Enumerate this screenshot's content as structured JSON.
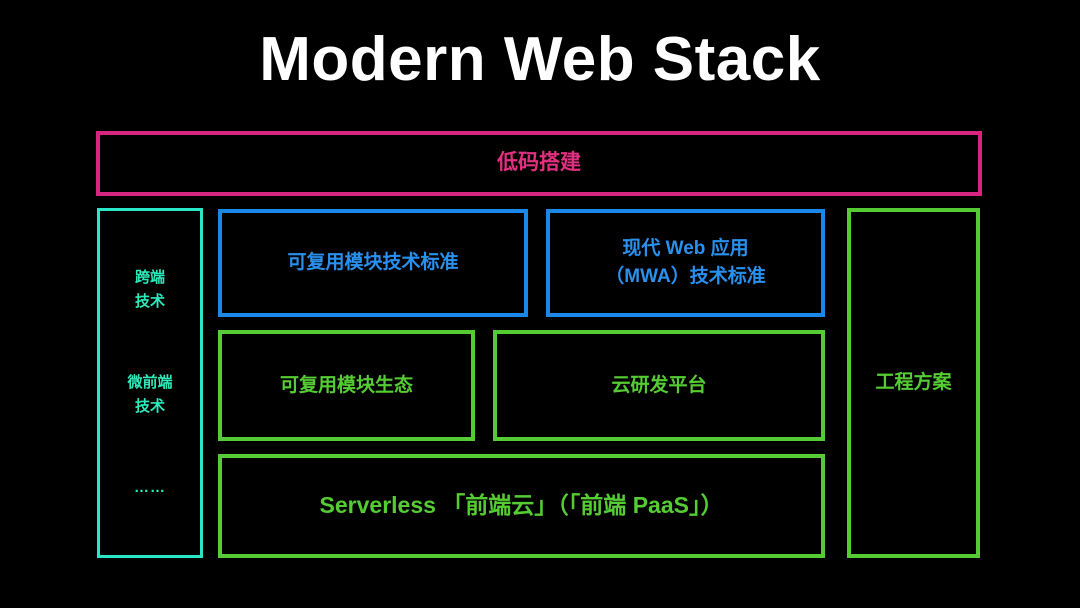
{
  "slide": {
    "background_color": "#000000",
    "title": "Modern Web Stack",
    "title_color": "#ffffff"
  },
  "colors": {
    "pink": "#d6257e",
    "pink_text": "#e0307f",
    "cyan": "#28e6c8",
    "cyan_text": "#2fe8b9",
    "blue": "#1a88e8",
    "blue_text": "#2a90ee",
    "green": "#55cc33",
    "green_text": "#55cc33"
  },
  "layers": {
    "lowcode": {
      "label": "低码搭建",
      "color": "#d6257e"
    },
    "cross_end": {
      "items": [
        "跨端\n技术",
        "微前端\n技术",
        "……"
      ],
      "item_1_line_1": "跨端",
      "item_1_line_2": "技术",
      "item_2_line_1": "微前端",
      "item_2_line_2": "技术",
      "item_3": "……",
      "color": "#28e6c8"
    },
    "reusable_module_standard": {
      "label": "可复用模块技术标准",
      "color": "#1a88e8"
    },
    "mwa_standard": {
      "line_1": "现代 Web 应用",
      "line_2": "（MWA）技术标准",
      "color": "#1a88e8"
    },
    "reusable_module_ecosystem": {
      "label": "可复用模块生态",
      "color": "#55cc33"
    },
    "cloud_dev_platform": {
      "label": "云研发平台",
      "color": "#55cc33"
    },
    "serverless": {
      "label": "Serverless 「前端云」（「前端 PaaS」）",
      "color": "#55cc33"
    },
    "engineering_solution": {
      "label": "工程方案",
      "color": "#55cc33"
    }
  }
}
